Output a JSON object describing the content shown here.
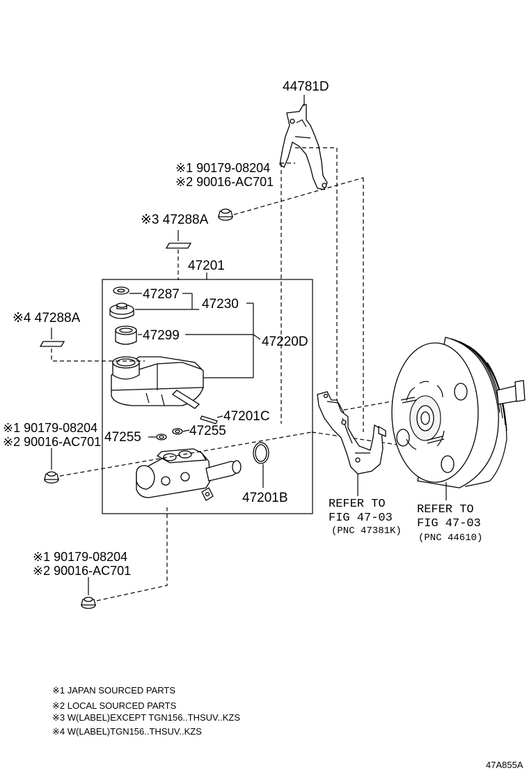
{
  "labels": {
    "p44781D": "44781D",
    "p47288A_top": "※3 47288A",
    "p47201": "47201",
    "p47287": "47287",
    "p47230": "47230",
    "p47299": "47299",
    "p47220D": "47220D",
    "p47288A_left": "※4 47288A",
    "p47201C": "47201C",
    "p47255_a": "47255",
    "p47255_b": "47255",
    "p47201B": "47201B"
  },
  "nut_groups": [
    {
      "line1": "※1 90179-08204",
      "line2": "※2 90016-AC701"
    },
    {
      "line1": "※1 90179-08204",
      "line2": "※2 90016-AC701"
    },
    {
      "line1": "※1 90179-08204",
      "line2": "※2 90016-AC701"
    }
  ],
  "references": [
    {
      "line1": "REFER TO",
      "line2": "FIG 47-03",
      "line3": "(PNC 47381K)"
    },
    {
      "line1": "REFER TO",
      "line2": "FIG 47-03",
      "line3": "(PNC 44610)"
    }
  ],
  "notes": [
    "※1 JAPAN SOURCED PARTS",
    "※2 LOCAL SOURCED PARTS",
    "※3 W(LABEL)EXCEPT TGN156..THSUV..KZS",
    "※4 W(LABEL)TGN156..THSUV..KZS"
  ],
  "figure_code": "47A855A"
}
